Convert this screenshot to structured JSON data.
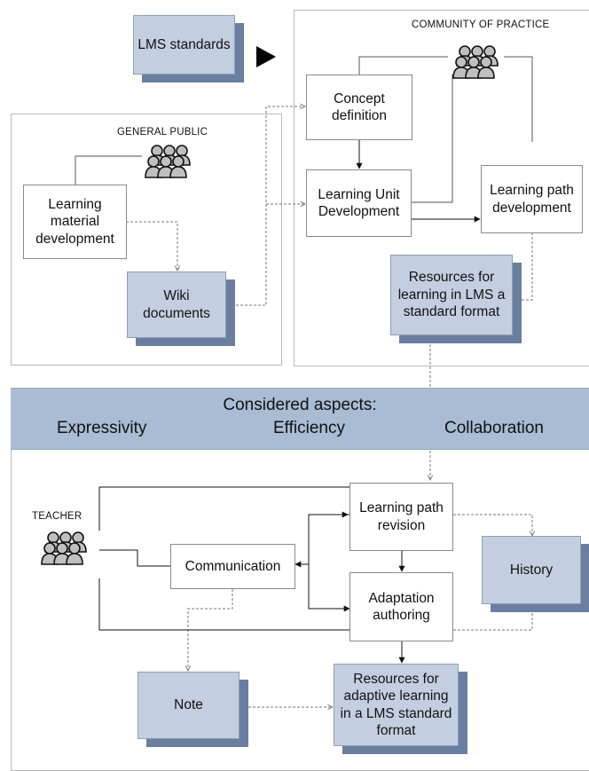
{
  "diagram": {
    "top_left_box": "LMS standards",
    "community": {
      "title": "COMMUNITY OF PRACTICE",
      "concept": "Concept definition",
      "lud": "Learning Unit Development",
      "path": "Learning path development",
      "resources": "Resources for learning in LMS a standard format"
    },
    "public": {
      "title": "GENERAL PUBLIC",
      "material": "Learning material development",
      "wiki": "Wiki documents"
    },
    "aspects": {
      "title": "Considered aspects:",
      "items": [
        "Expressivity",
        "Efficiency",
        "Collaboration"
      ]
    },
    "teacher": {
      "title": "TEACHER",
      "revision": "Learning path revision",
      "communication": "Communication",
      "adaptation": "Adaptation authoring",
      "history": "History",
      "note": "Note",
      "resources": "Resources for adaptive learning in a LMS standard format"
    }
  },
  "icons": {
    "group": "people-group-icon",
    "arrow": "play-triangle-icon"
  },
  "colors": {
    "box_blue": "#c3cfe0",
    "box_shadow": "#6a7fa0",
    "band": "#a9bcd3",
    "frame": "#b9b9b9"
  }
}
